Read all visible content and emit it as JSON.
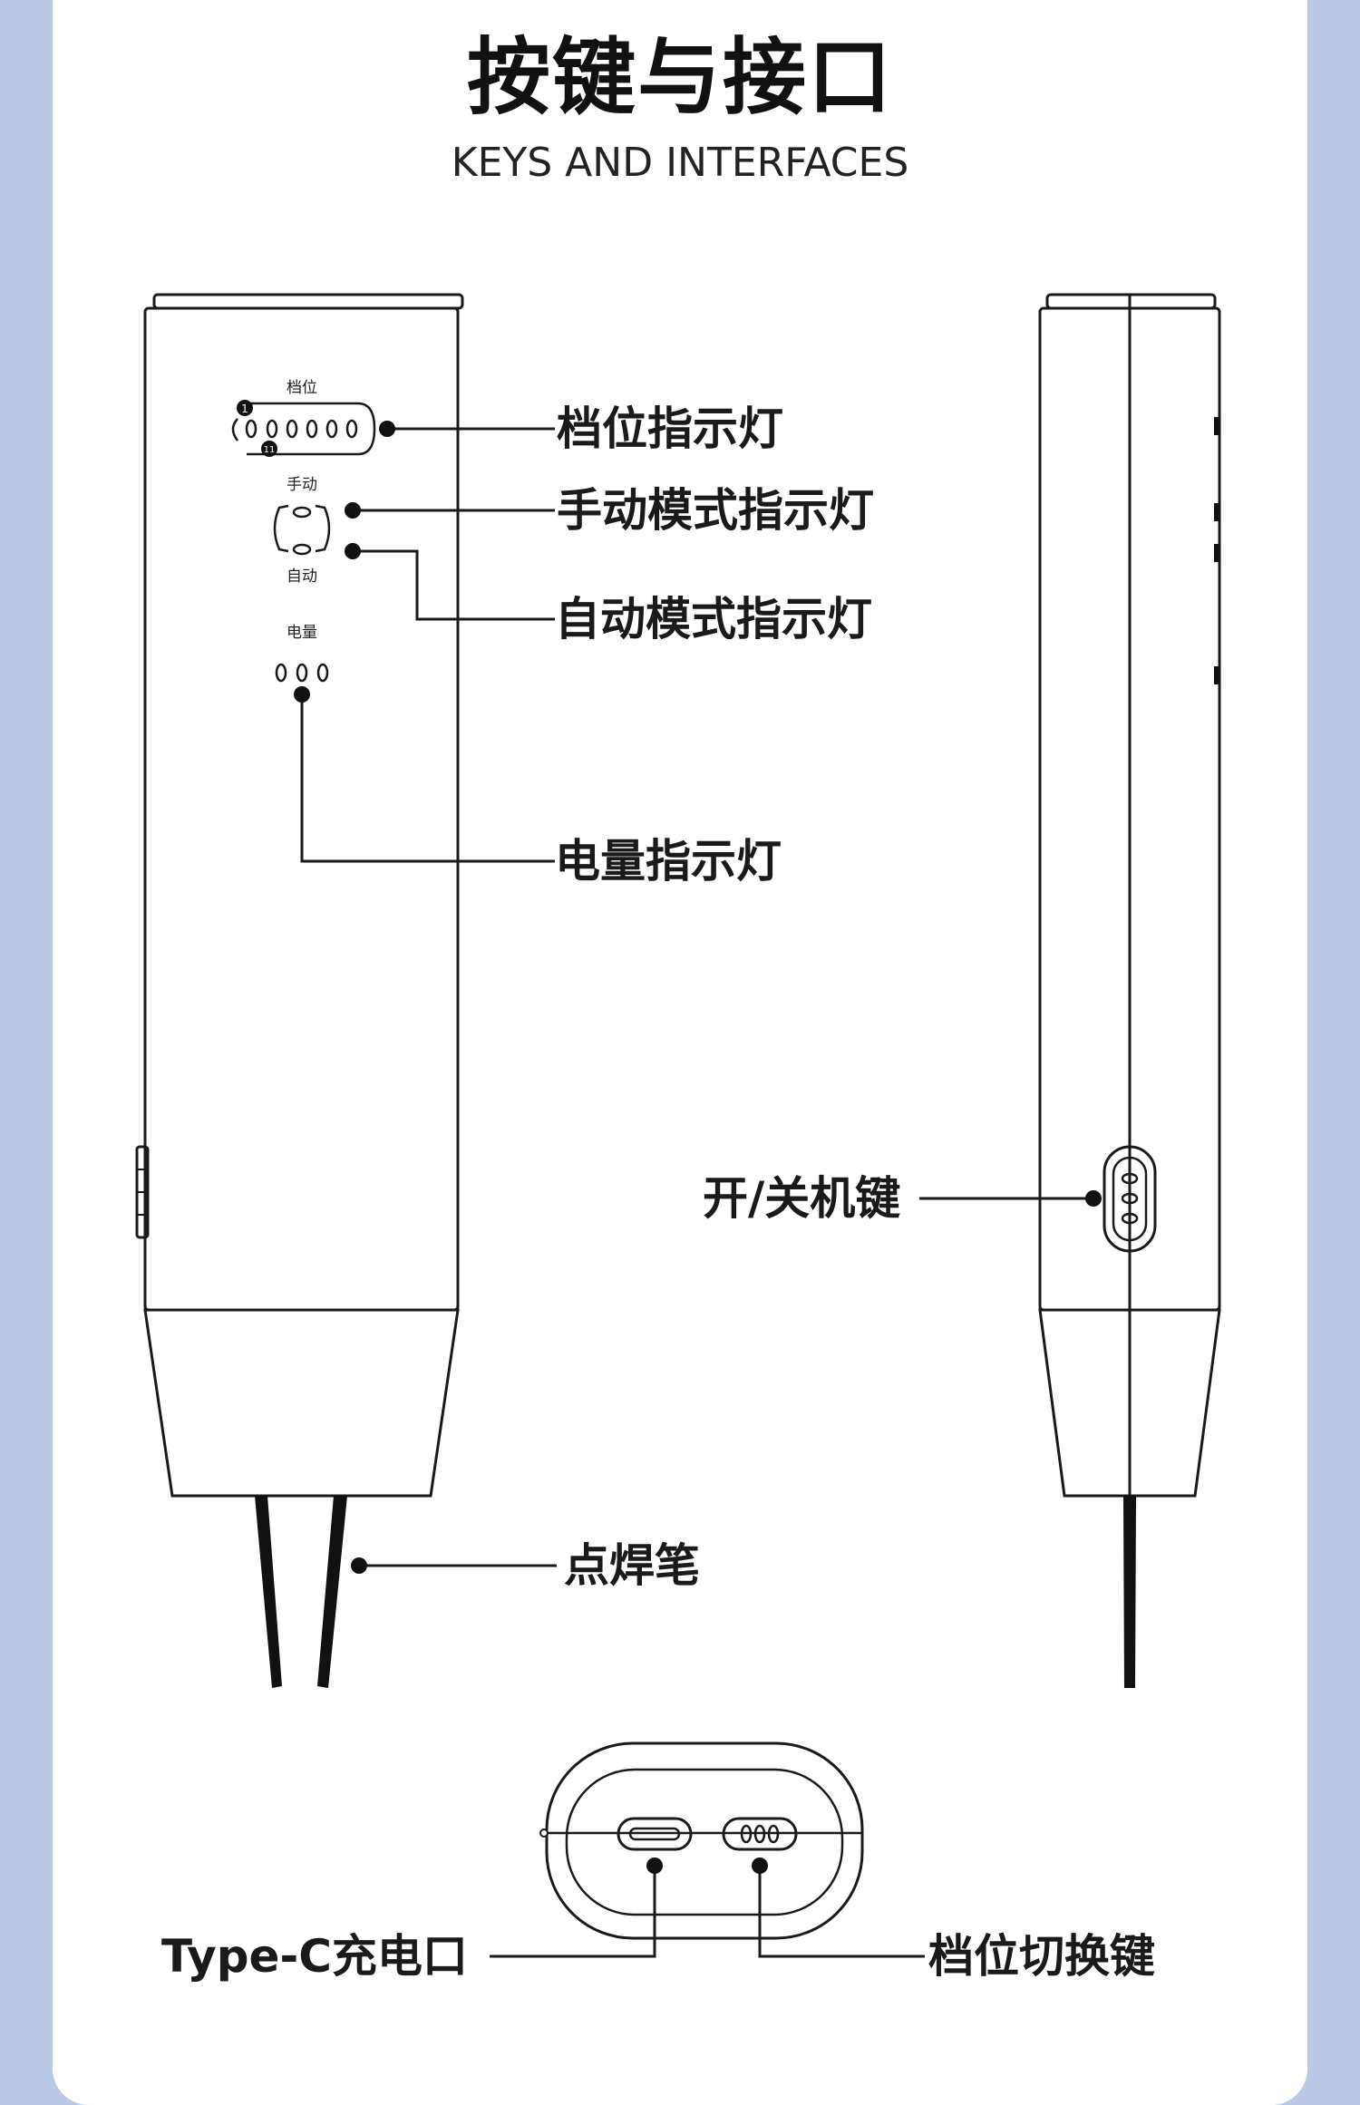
{
  "header": {
    "title": "按键与接口",
    "subtitle": "KEYS AND INTERFACES"
  },
  "device_labels": {
    "gear_top": "档位",
    "gear_marker_start": "1",
    "gear_marker_end": "11",
    "manual_small": "手动",
    "auto_small": "自动",
    "battery_small": "电量"
  },
  "callouts": {
    "gear_indicator": "档位指示灯",
    "manual_indicator": "手动模式指示灯",
    "auto_indicator": "自动模式指示灯",
    "battery_indicator": "电量指示灯",
    "power_key": "开/关机键",
    "spot_weld_pen": "点焊笔",
    "typec_port": "Type-C充电口",
    "gear_switch_key": "档位切换键"
  },
  "colors": {
    "background": "#b9c9e6",
    "card": "#ffffff",
    "line": "#1a1a1a"
  }
}
